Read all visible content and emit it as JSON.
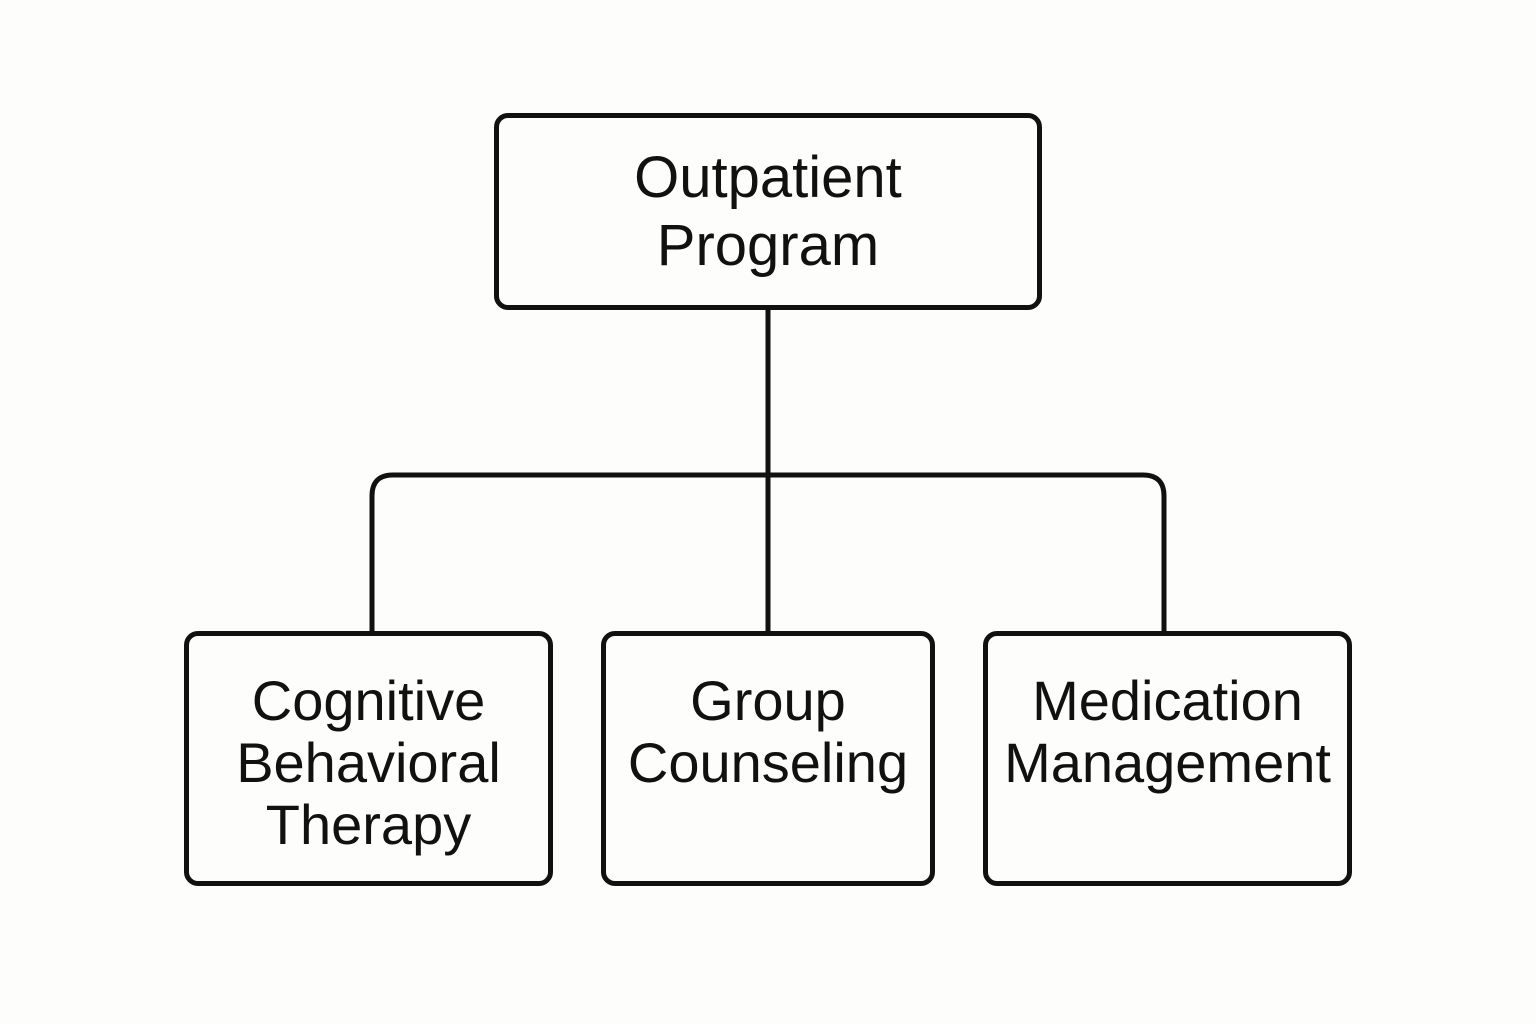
{
  "diagram": {
    "root": {
      "lines": [
        "Outpatient",
        "Program"
      ]
    },
    "children": [
      {
        "lines": [
          "Cognitive",
          "Behavioral",
          "Therapy"
        ]
      },
      {
        "lines": [
          "Group",
          "Counseling"
        ]
      },
      {
        "lines": [
          "Medication",
          "Management"
        ]
      }
    ],
    "colors": {
      "stroke": "#111111",
      "background": "#fdfdfb"
    }
  }
}
